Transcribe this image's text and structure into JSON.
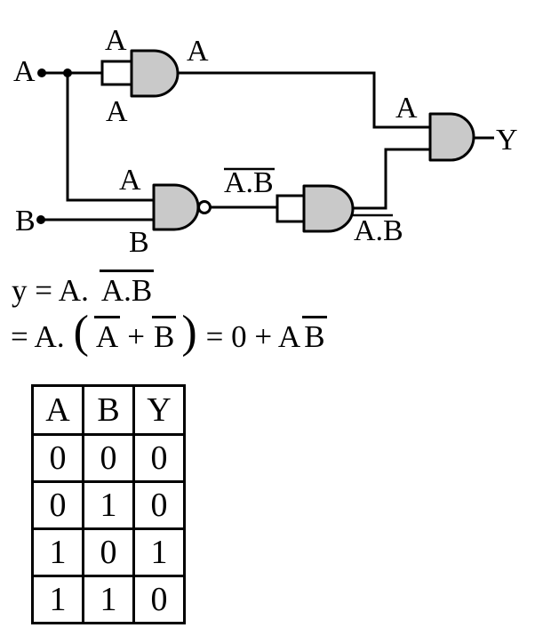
{
  "colors": {
    "gate_fill": "#c9c9c9",
    "line_color": "#000000",
    "background": "#ffffff"
  },
  "circuit": {
    "input_a": "A",
    "input_b": "B",
    "and1": {
      "top_input": "A",
      "bottom_input": "A",
      "output": "A"
    },
    "nand": {
      "top_input": "A",
      "bottom_input": "B",
      "output": "A.B"
    },
    "and2": {
      "output": "A.B"
    },
    "and3": {
      "top_input": "A",
      "output": "Y"
    }
  },
  "equations": {
    "line1": {
      "prefix": "y = A.",
      "overlined": "A.B"
    },
    "line2": {
      "prefix": "= A.",
      "paren_open": "(",
      "ov_a": "A",
      "plus": "+",
      "ov_b": "B",
      "paren_close": ")",
      "middle": "= 0 + A",
      "ov_b2": "B"
    }
  },
  "truth_table": {
    "headers": [
      "A",
      "B",
      "Y"
    ],
    "rows": [
      [
        "0",
        "0",
        "0"
      ],
      [
        "0",
        "1",
        "0"
      ],
      [
        "1",
        "0",
        "1"
      ],
      [
        "1",
        "1",
        "0"
      ]
    ]
  }
}
